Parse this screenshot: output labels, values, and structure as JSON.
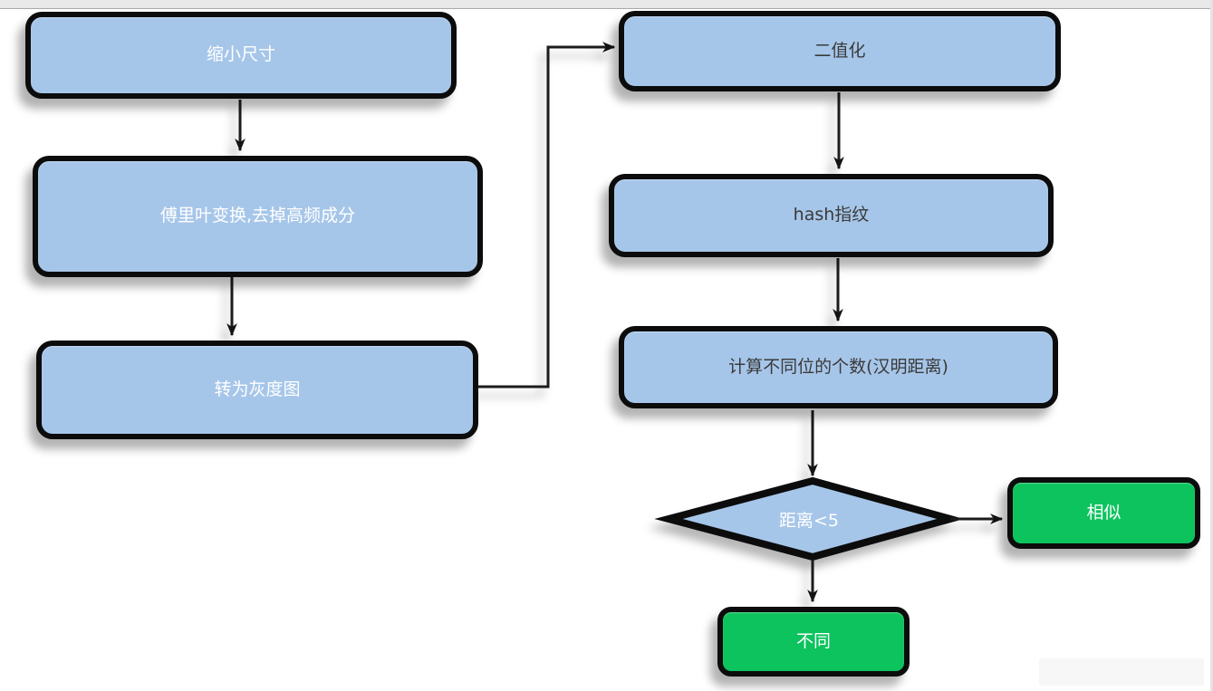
{
  "title": "perceptual-hash-flowchart",
  "colors": {
    "node_blue": "#a6c6e9",
    "node_green": "#0cc35e",
    "border_black": "#0c0c0c",
    "text_light": "#ffffff",
    "text_dark": "#3a3a3a",
    "topbar_gray": "#e9e9e9",
    "background": "#ffffff"
  },
  "flowchart": {
    "nodes": [
      {
        "id": "shrink",
        "label": "缩小尺寸",
        "type": "process",
        "column": "left"
      },
      {
        "id": "fourier",
        "label": "傅里叶变换,去掉高频成分",
        "type": "process",
        "column": "left"
      },
      {
        "id": "grayscale",
        "label": "转为灰度图",
        "type": "process",
        "column": "left"
      },
      {
        "id": "binarize",
        "label": "二值化",
        "type": "process",
        "column": "right"
      },
      {
        "id": "hash",
        "label": "hash指纹",
        "type": "process",
        "column": "right"
      },
      {
        "id": "hamming",
        "label": "计算不同位的个数(汉明距离)",
        "type": "process",
        "column": "right"
      },
      {
        "id": "decision",
        "label": "距离<5",
        "type": "decision",
        "column": "right"
      },
      {
        "id": "similar",
        "label": "相似",
        "type": "result",
        "column": "right"
      },
      {
        "id": "different",
        "label": "不同",
        "type": "result",
        "column": "bottom"
      }
    ],
    "edges": [
      {
        "from": "shrink",
        "to": "fourier"
      },
      {
        "from": "fourier",
        "to": "grayscale"
      },
      {
        "from": "grayscale",
        "to": "binarize"
      },
      {
        "from": "binarize",
        "to": "hash"
      },
      {
        "from": "hash",
        "to": "hamming"
      },
      {
        "from": "hamming",
        "to": "decision"
      },
      {
        "from": "decision",
        "to": "similar"
      },
      {
        "from": "decision",
        "to": "different"
      }
    ]
  }
}
